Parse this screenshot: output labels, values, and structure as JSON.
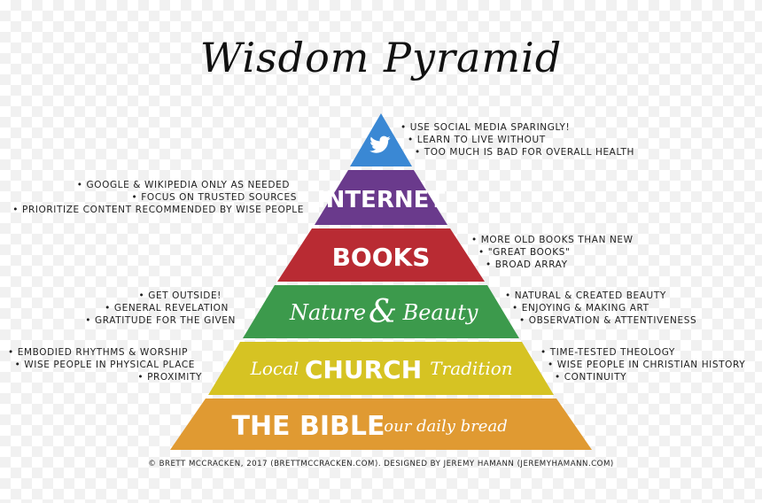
{
  "title": "Wisdom Pyramid",
  "tiers": [
    {
      "id": "social",
      "label": "",
      "icon": "twitter-bird-icon",
      "color": "#3a88d4"
    },
    {
      "id": "internet",
      "label": "INTERNET",
      "color": "#6a3a8c"
    },
    {
      "id": "books",
      "label": "BOOKS",
      "color": "#b92b33"
    },
    {
      "id": "nature",
      "label": "",
      "script_left": "Nature",
      "amp": "&",
      "script_right": "Beauty",
      "color": "#3c9a4c"
    },
    {
      "id": "church",
      "label": "CHURCH",
      "script_left": "Local",
      "script_right": "Tradition",
      "color": "#d6c323"
    },
    {
      "id": "bible",
      "label": "THE BIBLE",
      "script_right": "our daily bread",
      "color": "#e09a32"
    }
  ],
  "notes": {
    "social_right": [
      "• USE SOCIAL MEDIA SPARINGLY!",
      "• LEARN TO LIVE WITHOUT",
      "• TOO MUCH IS BAD FOR OVERALL HEALTH"
    ],
    "internet_left": [
      "• GOOGLE & WIKIPEDIA ONLY AS NEEDED",
      "• FOCUS ON TRUSTED SOURCES",
      "• PRIORITIZE CONTENT RECOMMENDED BY WISE PEOPLE"
    ],
    "books_right": [
      "• MORE OLD BOOKS THAN NEW",
      "• \"GREAT BOOKS\"",
      "• BROAD ARRAY"
    ],
    "nature_left": [
      "• GET OUTSIDE!",
      "• GENERAL REVELATION",
      "• GRATITUDE FOR THE GIVEN"
    ],
    "nature_right": [
      "• NATURAL & CREATED BEAUTY",
      "• ENJOYING & MAKING ART",
      "• OBSERVATION & ATTENTIVENESS"
    ],
    "church_left": [
      "• EMBODIED RHYTHMS & WORSHIP",
      "• WISE PEOPLE IN PHYSICAL PLACE",
      "• PROXIMITY"
    ],
    "church_right": [
      "• TIME-TESTED THEOLOGY",
      "• WISE PEOPLE IN CHRISTIAN HISTORY",
      "• CONTINUITY"
    ]
  },
  "footer": "© BRETT MCCRACKEN, 2017 (BRETTMCCRACKEN.COM). DESIGNED BY JEREMY HAMANN (JEREMYHAMANN.COM)"
}
